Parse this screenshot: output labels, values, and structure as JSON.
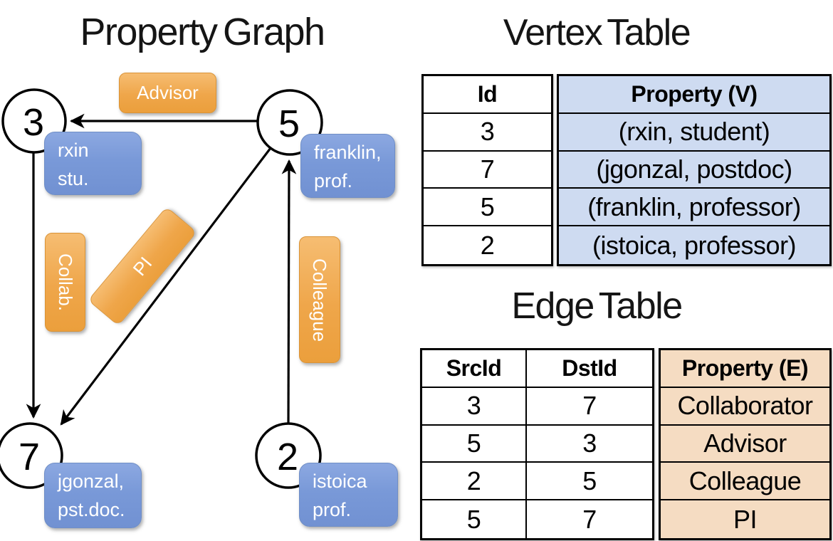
{
  "colors": {
    "orange_fill_top": "#f6bd72",
    "orange_fill_bottom": "#eb9f3c",
    "orange_border": "#da9336",
    "blue_fill_top": "#8ca8e1",
    "blue_fill_bottom": "#7191d2",
    "blue_border": "#6f8ec6",
    "vertex_cell_bg": "#cedbf1",
    "edge_cell_bg": "#f5dcc2"
  },
  "graph": {
    "title": "Property Graph",
    "nodes": [
      {
        "label": "3"
      },
      {
        "label": "5"
      },
      {
        "label": "7"
      },
      {
        "label": "2"
      }
    ],
    "edge_labels": {
      "advisor": "Advisor",
      "collab": "Collab.",
      "pi": "PI",
      "colleague": "Colleague"
    },
    "cards": {
      "rxin": {
        "line1": "rxin",
        "line2": "stu."
      },
      "franklin": {
        "line1": "franklin,",
        "line2": "prof."
      },
      "jgonzal": {
        "line1": "jgonzal,",
        "line2": "pst.doc."
      },
      "istoica": {
        "line1": "istoica",
        "line2": "prof."
      }
    }
  },
  "vertex_table": {
    "title": "Vertex Table",
    "headers": {
      "id": "Id",
      "property": "Property (V)"
    },
    "rows": [
      {
        "id": "3",
        "property": "(rxin, student)"
      },
      {
        "id": "7",
        "property": "(jgonzal, postdoc)"
      },
      {
        "id": "5",
        "property": "(franklin, professor)"
      },
      {
        "id": "2",
        "property": "(istoica, professor)"
      }
    ]
  },
  "edge_table": {
    "title": "Edge Table",
    "headers": {
      "src": "SrcId",
      "dst": "DstId",
      "property": "Property (E)"
    },
    "rows": [
      {
        "src": "3",
        "dst": "7",
        "property": "Collaborator"
      },
      {
        "src": "5",
        "dst": "3",
        "property": "Advisor"
      },
      {
        "src": "2",
        "dst": "5",
        "property": "Colleague"
      },
      {
        "src": "5",
        "dst": "7",
        "property": "PI"
      }
    ]
  }
}
